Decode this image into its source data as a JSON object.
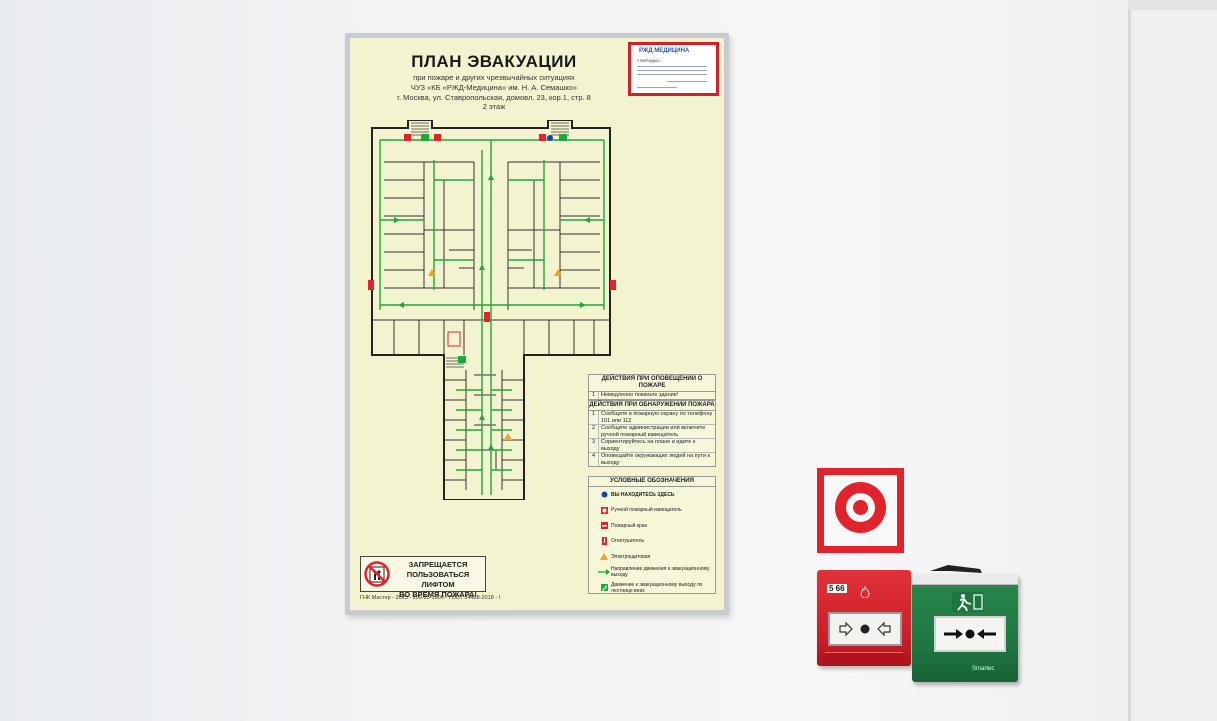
{
  "plan": {
    "title": "ПЛАН ЭВАКУАЦИИ",
    "subtitle": "при пожаре и других чрезвычайных ситуациях",
    "institution": "ЧУЗ «КБ «РЖД-Медицина» им. Н. А. Семашко»",
    "address": "г. Москва, ул. Ставропольская, домовл. 23, кор.1, стр. 8",
    "floor": "2 этаж",
    "approval_logo": "РЖД МЕДИЦИНА",
    "approval_label": "УТВЕРЖДАЮ"
  },
  "alarm_actions": {
    "heading": "ДЕЙСТВИЯ ПРИ ОПОВЕЩЕНИИ О ПОЖАРЕ",
    "items": [
      {
        "num": "1",
        "text": "Немедленно покиньте здание!"
      }
    ]
  },
  "fire_actions": {
    "heading": "ДЕЙСТВИЯ ПРИ ОБНАРУЖЕНИИ ПОЖАРА",
    "items": [
      {
        "num": "1",
        "text": "Сообщите в пожарную охрану по телефону 101 или 112"
      },
      {
        "num": "2",
        "text": "Сообщите администрации или включите ручной пожарный извещатель"
      },
      {
        "num": "3",
        "text": "Сориентируйтесь на плане и идите к выходу"
      },
      {
        "num": "4",
        "text": "Оповещайте окружающих людей на пути к выходу"
      }
    ]
  },
  "legend": {
    "heading": "УСЛОВНЫЕ ОБОЗНАЧЕНИЯ",
    "items": [
      {
        "text": "ВЫ НАХОДИТЕСЬ ЗДЕСЬ",
        "icon": "you-are-here-icon"
      },
      {
        "text": "Ручной пожарный извещатель",
        "icon": "manual-call-point-icon"
      },
      {
        "text": "Пожарный кран",
        "icon": "fire-hydrant-icon"
      },
      {
        "text": "Огнетушитель",
        "icon": "fire-extinguisher-icon"
      },
      {
        "text": "Электрощитовая",
        "icon": "electrical-panel-icon"
      },
      {
        "text": "Направление движения к эвакуационному выходу",
        "icon": "evacuation-arrow-icon"
      },
      {
        "text": "Движение к эвакуационному выходу по лестнице вниз",
        "icon": "stairs-exit-icon"
      }
    ]
  },
  "lift_warning": {
    "line1": "ЗАПРЕЩАЕТСЯ",
    "line2": "ПОЛЬЗОВАТЬСЯ ЛИФТОМ",
    "line3": "ВО ВРЕМЯ ПОЖАРА!"
  },
  "footer": "ГНК Мастер - 2023 - 200-25-1800 - ГОСТ 34428-2018 - I",
  "devices": {
    "red_label": "5 66",
    "green_brand": "Smartec"
  },
  "colors": {
    "plan_background": "#f3f3cf",
    "evacuation_route": "#1fa83a",
    "fire_red": "#e1242c",
    "exit_green": "#1d7540",
    "you_are_here": "#1f3fae"
  }
}
